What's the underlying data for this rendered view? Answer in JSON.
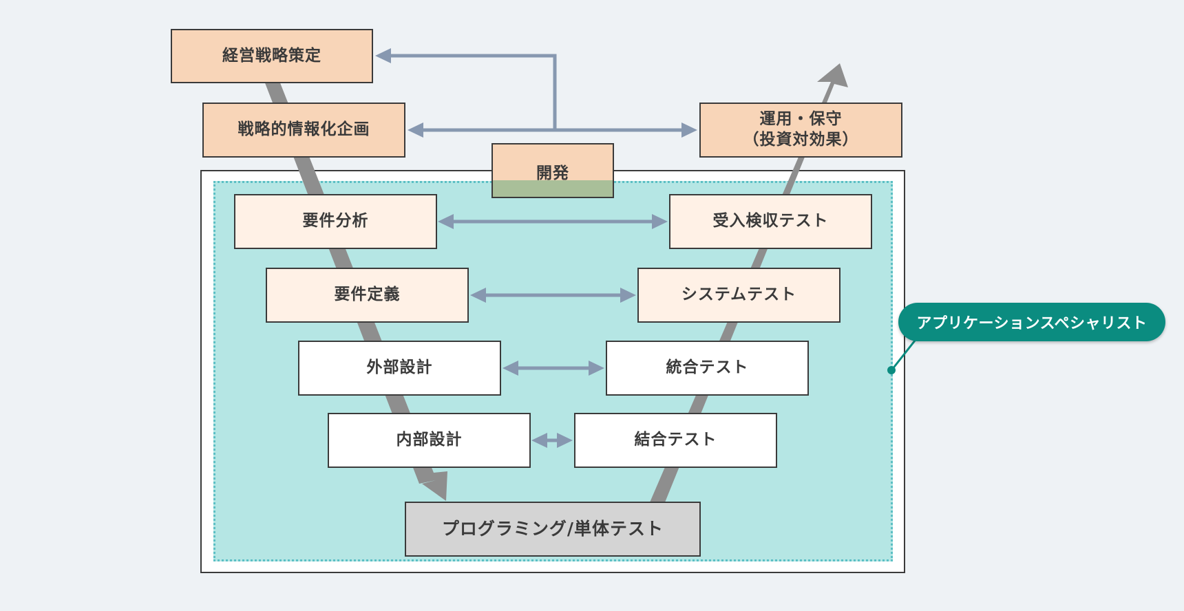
{
  "boxes": {
    "keiei": "経営戦略策定",
    "senryaku": "戦略的情報化企画",
    "unyou": "運用・保守\n（投資対効果）",
    "kaihatsu": "開発",
    "youken_bunseki": "要件分析",
    "ukeire": "受入検収テスト",
    "youken_teigi": "要件定義",
    "system_test": "システムテスト",
    "gaibu": "外部設計",
    "tougou": "統合テスト",
    "naibu": "内部設計",
    "ketsugou": "結合テスト",
    "programming": "プログラミング/単体テスト"
  },
  "callout": {
    "label": "アプリケーションスペシャリスト"
  },
  "colors": {
    "background": "#eef2f5",
    "peach": "#f8d5b8",
    "light_peach": "#fff1e6",
    "teal_area": "#b5e6e4",
    "teal_dots": "#5bbfc4",
    "callout": "#0b8c80",
    "flow_arrow": "#8e8e8e",
    "link_arrow": "#8798b0"
  }
}
